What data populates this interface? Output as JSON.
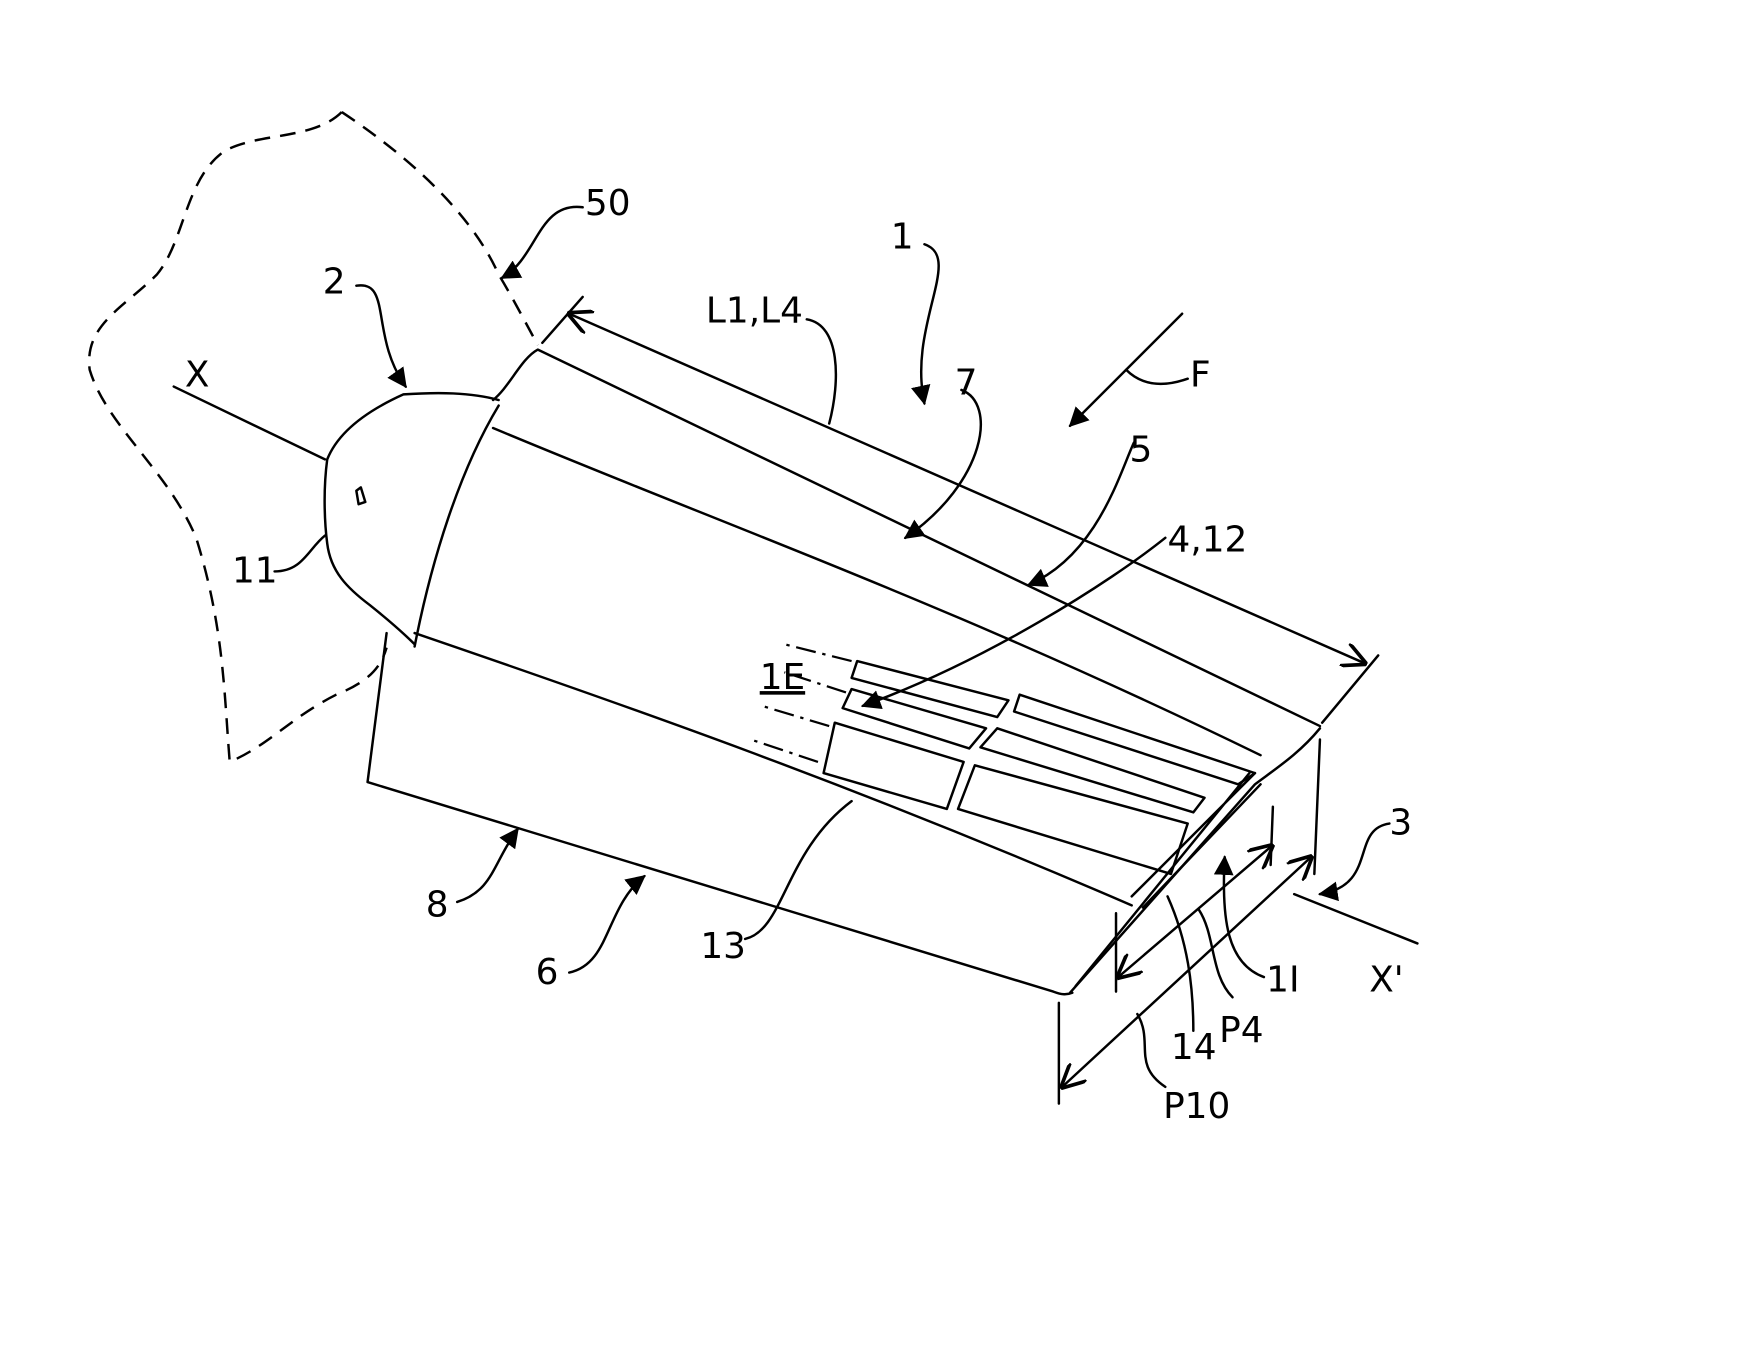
{
  "figure": {
    "labels": {
      "ref_50": "50",
      "ref_2": "2",
      "axis_x": "X",
      "ref_11": "11",
      "ref_1": "1",
      "ref_L1L4": "L1,L4",
      "ref_7": "7",
      "ref_F": "F",
      "ref_5": "5",
      "ref_4_12": "4,12",
      "ref_1E": "1E",
      "ref_13": "13",
      "ref_8": "8",
      "ref_6": "6",
      "ref_3": "3",
      "ref_1I": "1I",
      "axis_x_prime": "X'",
      "ref_14": "14",
      "ref_P4": "P4",
      "ref_P10": "P10"
    }
  }
}
